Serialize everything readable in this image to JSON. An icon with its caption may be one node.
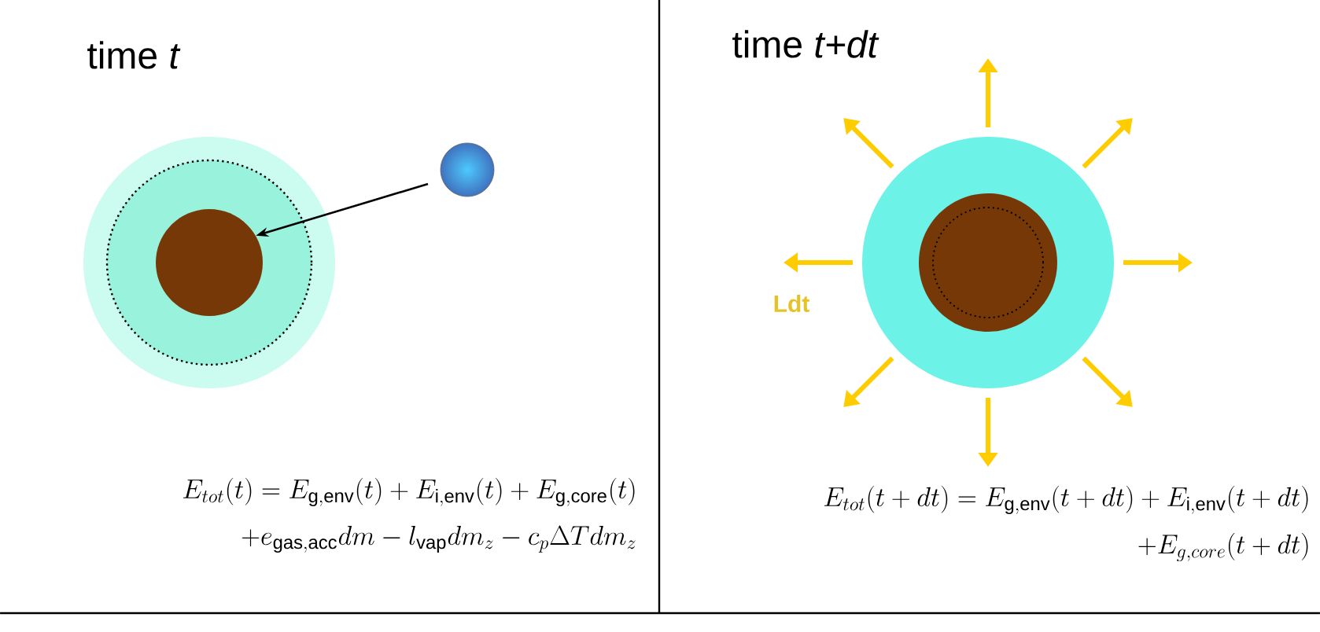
{
  "diagram": {
    "nodes": [
      {
        "text": [],
        "shape": "circle"
      },
      {
        "text": [],
        "shape": "circle"
      },
      {
        "text": [],
        "shape": "circle"
      }
    ],
    "edges": [
      {
        "from": 1,
        "to": 0,
        "arrow": "to"
      }
    ],
    "labels": [
      "time  *t*",
      "time  *t+dt*",
      "Ldt",
      "E_{tot}(t) = E_{\\rm g,env}(t) + E_{\\rm i,env}(t) + E_{\\rm g,core}(t)",
      "+e_{\\rm gas,acc} dm - l_{\\rm vap} dm_z - c_p \\Delta T dm_z",
      "E_{tot}(t+dt) = E_{\\rm g,env}(t+dt) + E_{\\rm i,env}(t+dt)",
      "+E_{g,core}(t+dt)"
    ]
  }
}
